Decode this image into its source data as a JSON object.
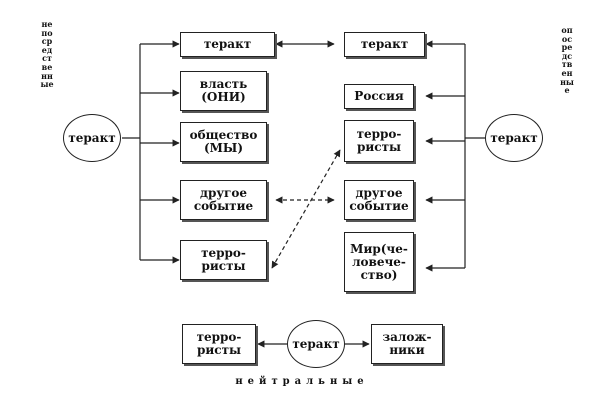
{
  "left_label": "непосредственные",
  "right_label": "опосредственные",
  "bottom_label": "нейтральные",
  "left_circle": "теракт",
  "right_circle": "теракт",
  "bottom_circle": "теракт",
  "left_boxes": [
    "теракт",
    "власть\n(ОНИ)",
    "общество\n(МЫ)",
    "другое\nсобытие",
    "терро-\nристы"
  ],
  "right_boxes": [
    "теракт",
    "Россия",
    "терро-\nристы",
    "другое\nсобытие",
    "Мир(че-\nловече-\nство)"
  ],
  "bottom_boxes": [
    "терро-\nристы",
    "залож-\nники"
  ]
}
